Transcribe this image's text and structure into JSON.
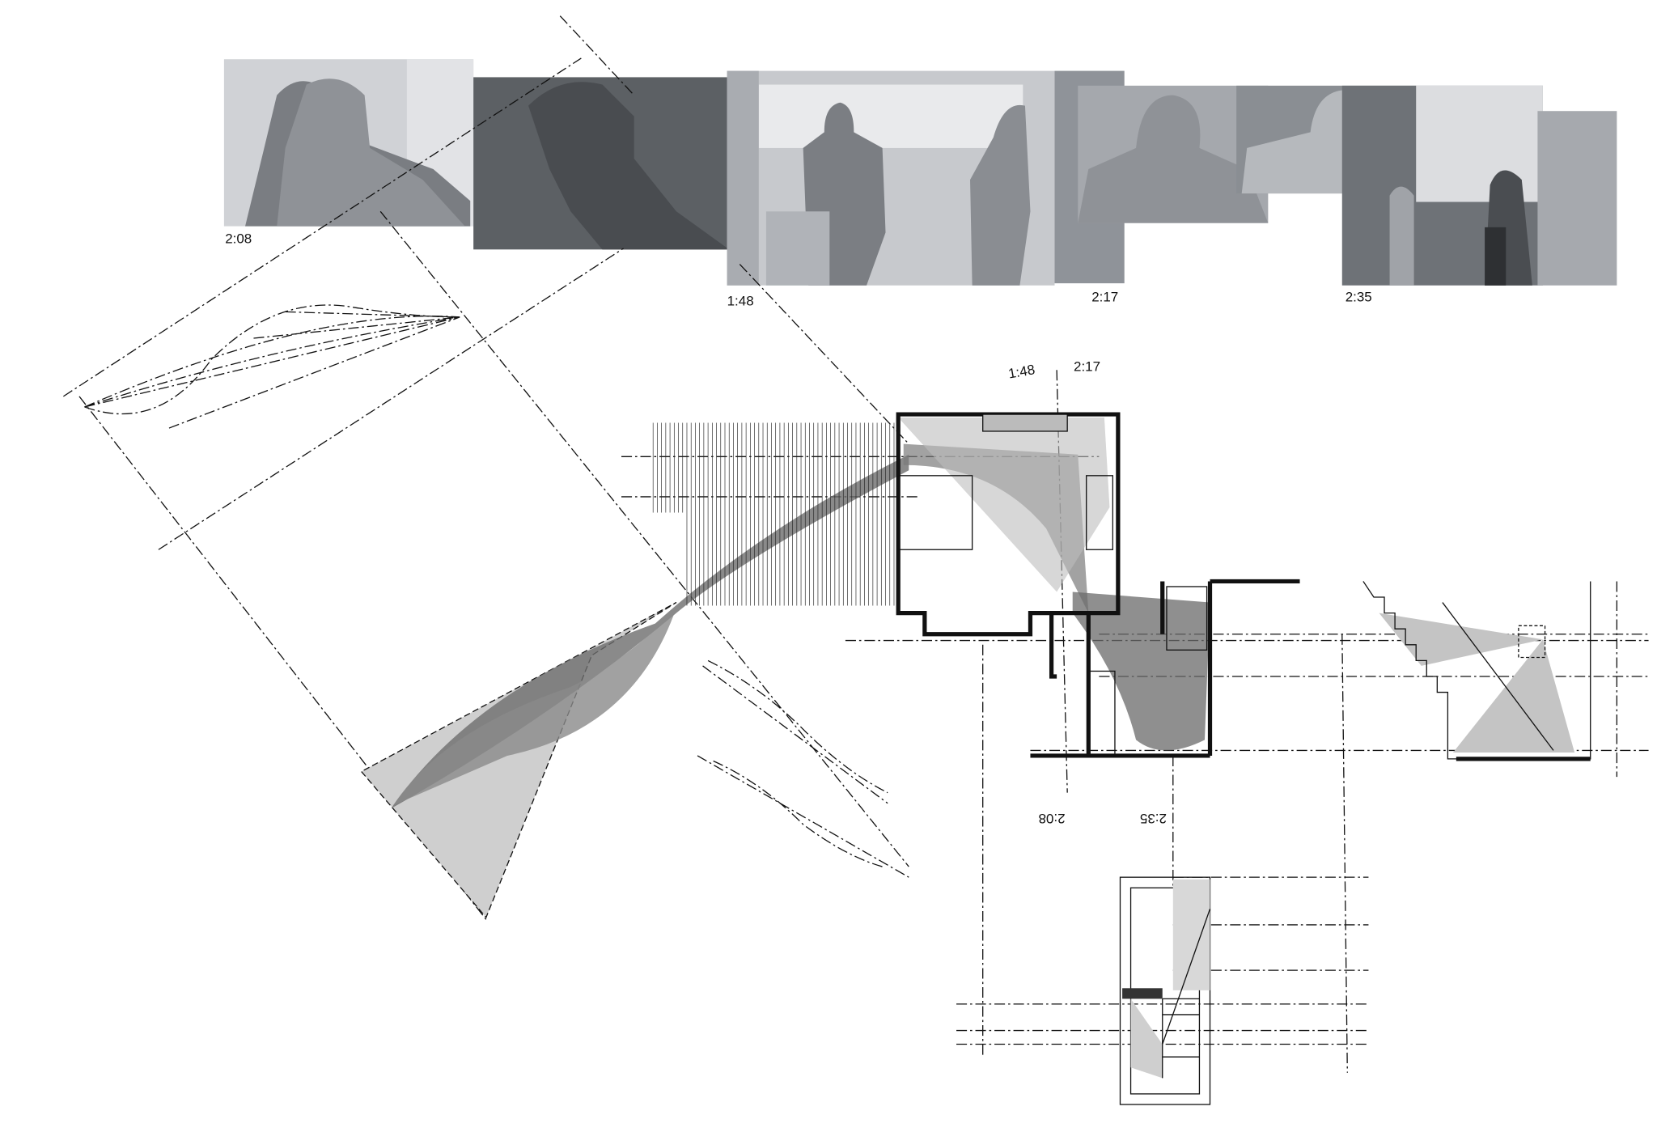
{
  "frames": [
    {
      "timestamp": "2:08"
    },
    {
      "timestamp": "1:48"
    },
    {
      "timestamp": "2:17"
    },
    {
      "timestamp": "2:35"
    }
  ],
  "plan_labels": {
    "top_left": "1:48",
    "top_right": "2:17",
    "bottom_left": "2:08",
    "bottom_right": "2:35"
  },
  "colors": {
    "frame_dark": "#5c6064",
    "frame_mid": "#8f9399",
    "frame_light": "#c9cbd0",
    "shadow": "#bdbdbd"
  }
}
